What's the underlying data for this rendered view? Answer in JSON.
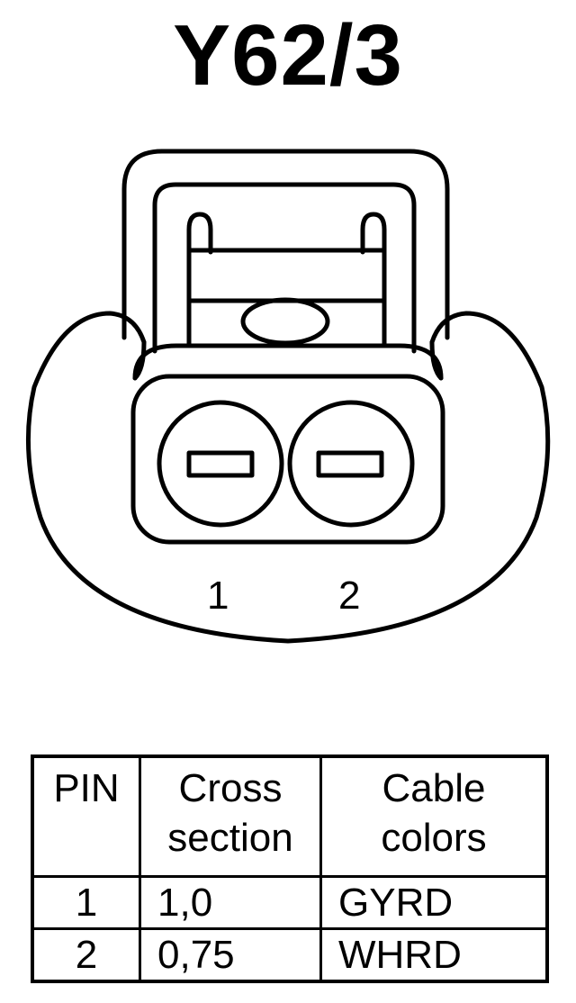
{
  "title": "Y62/3",
  "connector": {
    "pins": [
      {
        "number": "1"
      },
      {
        "number": "2"
      }
    ]
  },
  "table": {
    "headers": [
      {
        "line1": "PIN",
        "line2": ""
      },
      {
        "line1": "Cross",
        "line2": "section"
      },
      {
        "line1": "Cable",
        "line2": "colors"
      }
    ],
    "rows": [
      {
        "pin": "1",
        "cross_section": "1,0",
        "cable_colors": "GYRD"
      },
      {
        "pin": "2",
        "cross_section": "0,75",
        "cable_colors": "WHRD"
      }
    ]
  }
}
